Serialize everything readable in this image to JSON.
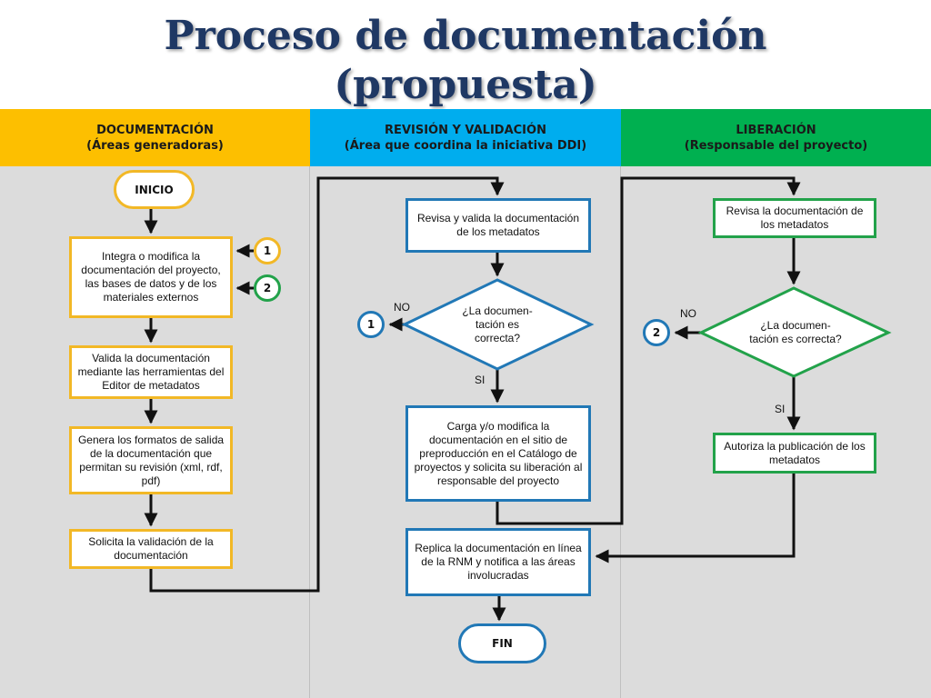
{
  "title": {
    "line1": "Proceso de documentación",
    "line2": "(propuesta)"
  },
  "columns": [
    {
      "title": "DOCUMENTACIÓN",
      "subtitle": "(Áreas generadoras)"
    },
    {
      "title": "REVISIÓN Y VALIDACIÓN",
      "subtitle": "(Área que coordina la iniciativa DDI)"
    },
    {
      "title": "LIBERACIÓN",
      "subtitle": "(Responsable del proyecto)"
    }
  ],
  "colors": {
    "doc": "#fdbf00",
    "rev": "#00adee",
    "lib": "#00b050",
    "title": "#1f3864"
  },
  "nodes": {
    "inicio": "INICIO",
    "integra": "Integra o modifica la documentación del proyecto, las bases de datos y de los materiales externos",
    "valida": "Valida la documentación mediante las herramientas del Editor de metadatos",
    "genera": "Genera los formatos de salida de la documentación que permitan su  revisión (xml, rdf, pdf)",
    "solicita": "Solicita la validación  de la documentación",
    "revisa_valida": "Revisa  y valida la documentación de los metadatos",
    "decision_rev": "¿La documen-tación es correcta?",
    "carga": "Carga y/o modifica la documentación en el sitio de preproducción en el Catálogo de proyectos y solicita su liberación al  responsable del proyecto",
    "replica": "Replica la documentación en línea de la RNM y notifica a las áreas involucradas",
    "fin": "FIN",
    "revisa_lib": "Revisa la documentación de los metadatos",
    "decision_lib": "¿La documen-tación es correcta?",
    "autoriza": "Autoriza la publicación de los metadatos"
  },
  "connectors": {
    "c1": "1",
    "c2": "2"
  },
  "labels": {
    "no": "NO",
    "si": "SI"
  }
}
